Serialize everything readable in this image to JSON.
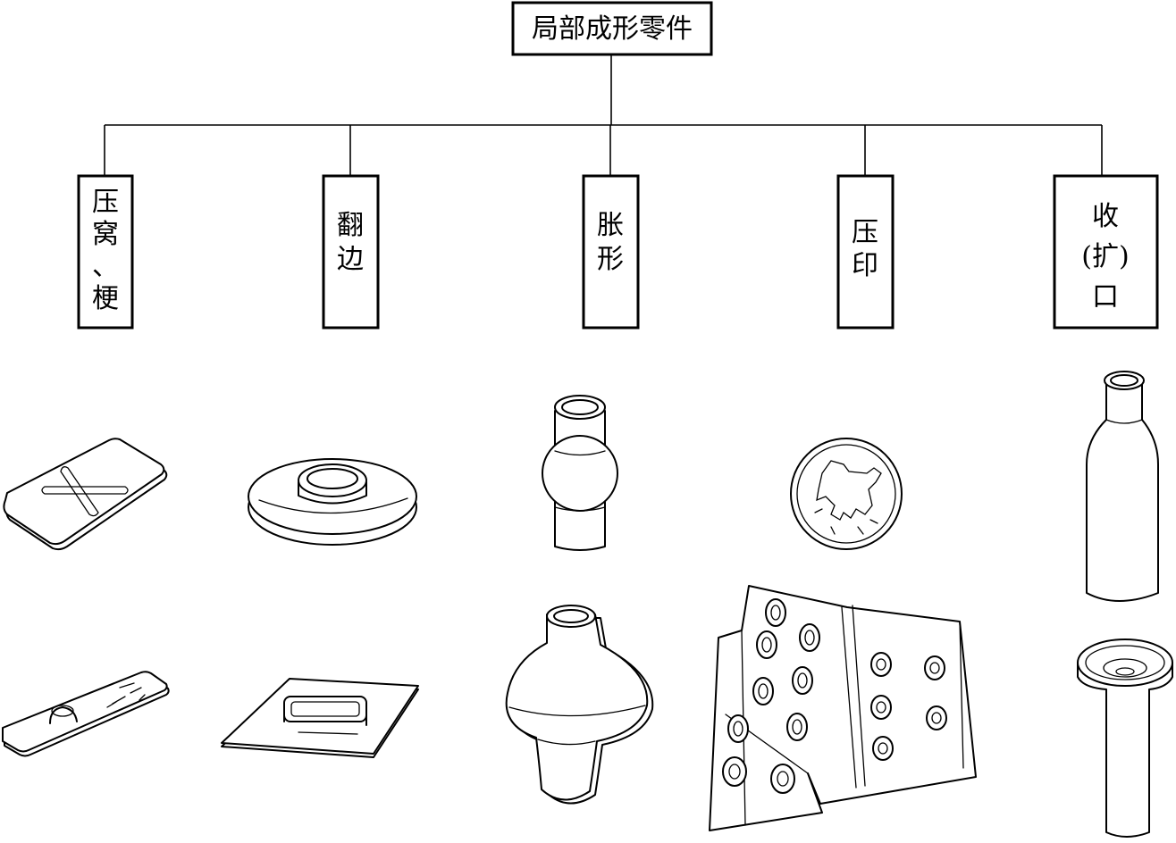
{
  "root": {
    "label": "局部成形零件"
  },
  "categories": [
    {
      "id": "press-recess",
      "lines": [
        "压",
        "窝",
        "、",
        "梗"
      ]
    },
    {
      "id": "flanging",
      "lines": [
        "翻",
        "边"
      ]
    },
    {
      "id": "bulging",
      "lines": [
        "胀",
        "形"
      ]
    },
    {
      "id": "embossing",
      "lines": [
        "压",
        "印"
      ]
    },
    {
      "id": "necking",
      "lines": [
        "收",
        "(扩)",
        "口"
      ]
    }
  ]
}
